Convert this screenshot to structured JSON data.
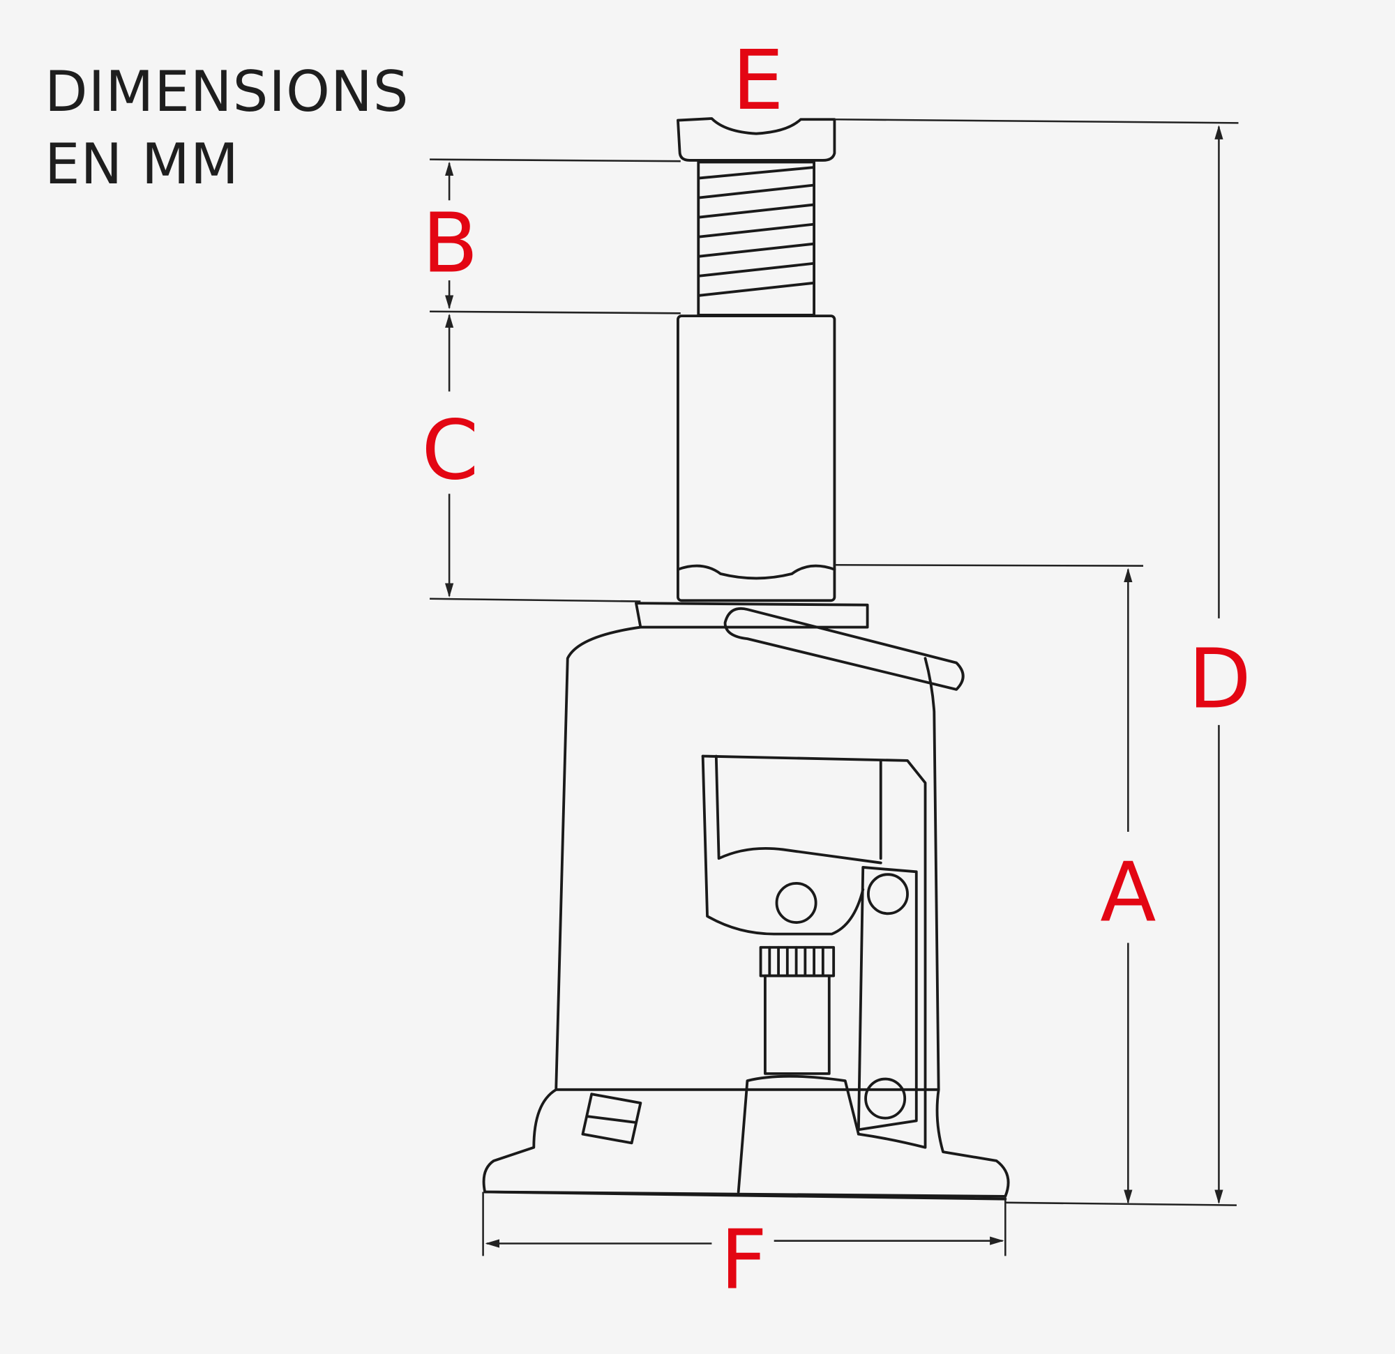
{
  "heading": {
    "line1": "DIMENSIONS",
    "line2": "EN MM"
  },
  "labels": {
    "A": "A",
    "B": "B",
    "C": "C",
    "D": "D",
    "E": "E",
    "F": "F"
  },
  "colors": {
    "label": "#e30613",
    "background": "#f5f5f5",
    "line": "#1a1a1a"
  }
}
